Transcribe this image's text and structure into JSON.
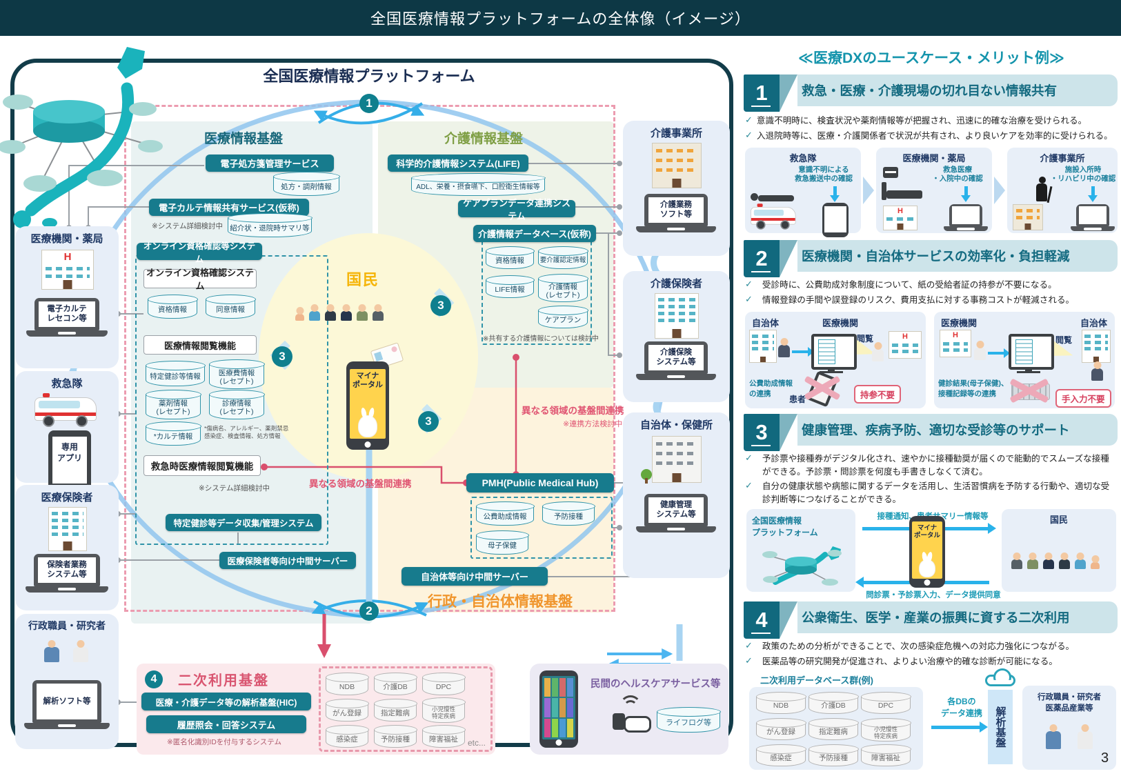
{
  "topbar": {
    "title": "全国医療情報プラットフォームの全体像（イメージ）"
  },
  "page_number": "3",
  "main": {
    "title": "全国医療情報プラットフォーム",
    "num1": "1",
    "num2": "2",
    "num3": "3",
    "kokumin": "国民",
    "myna_portal": "マイナ\nポータル",
    "hospital_h": "H",
    "med": {
      "header": "医療情報基盤",
      "eprescription": "電子処方箋管理サービス",
      "rx_db": "処方・調剤情報",
      "ehr_share": "電子カルテ情報共有サービス(仮称)",
      "detail_note": "※システム詳細検討中",
      "referral_db": "紹介状・退院時サマリ等",
      "online_qual_sys": "オンライン資格確認等システム",
      "online_qual_check": "オンライン資格確認システム",
      "qual_db": "資格情報",
      "consent_db": "同意情報",
      "view_func": "医療情報閲覧機能",
      "db_kenshin": "特定健診等情報",
      "db_iryohi": "医療費情報\n(レセプト)",
      "db_yakuzai": "薬剤情報\n(レセプト)",
      "db_shinryo": "診療情報\n(レセプト)",
      "db_karte": "*カルテ情報",
      "karte_note": "*傷病名、アレルギー、薬剤禁忌\n感染症、検査情報、処方情報",
      "emergency_view": "救急時医療情報閲覧機能",
      "detail_note2": "※システム詳細検討中",
      "kenshin_sys": "特定健診等データ収集/管理システム",
      "insurer_server": "医療保険者等向け中間サーバー"
    },
    "care": {
      "header": "介護情報基盤",
      "life_sys": "科学的介護情報システム(LIFE)",
      "adl_db": "ADL、栄養・摂食嚥下、口腔衛生情報等",
      "careplan_sys": "ケアプランデータ連携システム",
      "care_db": "介護情報データベース(仮称)",
      "db_qual": "資格情報",
      "db_nintei": "要介護認定情報",
      "db_life": "LIFE情報",
      "db_care": "介護情報\n(レセプト)",
      "db_plan": "ケアプラン",
      "share_note": "※共有する介護情報については検討中"
    },
    "gov": {
      "header": "行政・自治体情報基盤",
      "pmh": "PMH(Public Medical Hub)",
      "db_kohi": "公費助成情報",
      "db_yobo": "予防接種",
      "db_boshi": "母子保健",
      "server": "自治体等向け中間サーバー",
      "link_label": "異なる領域の基盤間連携",
      "link_note": "※連携方法検討中"
    },
    "link_left": "異なる領域の基盤間連携",
    "entities_left": [
      {
        "label": "医療機関・薬局",
        "device": "電子カルテ\nレセコン等"
      },
      {
        "label": "救急隊",
        "device": "専用\nアプリ"
      },
      {
        "label": "医療保険者",
        "device": "保険者業務\nシステム等"
      },
      {
        "label": "行政職員・研究者",
        "device": "解析ソフト等"
      }
    ],
    "entities_right": [
      {
        "label": "介護事業所",
        "device": "介護業務\nソフト等"
      },
      {
        "label": "介護保険者",
        "device": "介護保険\nシステム等"
      },
      {
        "label": "自治体・保健所",
        "device": "健康管理\nシステム等"
      }
    ],
    "secondary": {
      "num": "4",
      "title": "二次利用基盤",
      "hic": "医療・介護データ等の解析基盤(HIC)",
      "history_sys": "履歴照会・回答システム",
      "anon_note": "※匿名化識別IDを付与するシステム"
    },
    "dbs": [
      "NDB",
      "介護DB",
      "DPC",
      "がん登録",
      "指定難病",
      "小児慢性\n特定疾病",
      "感染症",
      "予防接種",
      "障害福祉"
    ],
    "dbs_etc": "etc...",
    "private": {
      "label": "民間のヘルスケアサービス等",
      "lifelog": "ライフログ等"
    }
  },
  "panel": {
    "header": "≪医療DXのユースケース・メリット例≫",
    "s1": {
      "num": "1",
      "title": "救急・医療・介護現場の切れ目ない情報共有",
      "bullets": [
        "意識不明時に、検査状況や薬剤情報等が把握され、迅速に的確な治療を受けられる。",
        "入退院時等に、医療・介護関係者で状況が共有され、より良いケアを効率的に受けられる。"
      ],
      "cards": [
        {
          "label": "救急隊",
          "desc": "意識不明による\n救急搬送中の確認"
        },
        {
          "label": "医療機関・薬局",
          "desc": "救急医療\n・入院中の確認"
        },
        {
          "label": "介護事業所",
          "desc": "施設入所時\n・リハビリ中の確認"
        }
      ]
    },
    "s2": {
      "num": "2",
      "title": "医療機関・自治体サービスの効率化・負担軽減",
      "bullets": [
        "受診時に、公費助成対象制度について、紙の受給者証の持参が不要になる。",
        "情報登録の手間や誤登録のリスク、費用支払に対する事務コストが軽減される。"
      ],
      "card_left": {
        "from": "自治体",
        "to": "医療機関",
        "view": "閲覧",
        "flow": "公費助成情報\nの連携",
        "patient": "患者",
        "badge": "持参不要"
      },
      "card_right": {
        "from": "医療機関",
        "to": "自治体",
        "view": "閲覧",
        "flow": "健診結果(母子保健)、\n接種記録等の連携",
        "badge": "手入力不要"
      }
    },
    "s3": {
      "num": "3",
      "title": "健康管理、疾病予防、適切な受診等のサポート",
      "bullets": [
        "予診票や接種券がデジタル化され、速やかに接種勧奨が届くので能動的でスムーズな接種ができる。予診票・問診票を何度も手書きしなくて済む。",
        "自分の健康状態や病態に関するデータを活用し、生活習慣病を予防する行動や、適切な受診判断等につなげることができる。"
      ],
      "platform": "全国医療情報\nプラットフォーム",
      "arrow_top": "接種通知、患者サマリー情報等",
      "arrow_bottom": "問診票・予診票入力、データ提供同意",
      "kokumin": "国民",
      "myna": "マイナ\nポータル"
    },
    "s4": {
      "num": "4",
      "title": "公衆衛生、医学・産業の振興に資する二次利用",
      "bullets": [
        "政策のための分析ができることで、次の感染症危機への対応力強化につながる。",
        "医薬品等の研究開発が促進され、よりよい治療や的確な診断が可能になる。"
      ],
      "db_label": "二次利用データベース群(例)",
      "link_label": "各DBの\nデータ連携",
      "analysis": "解析基盤",
      "users": "行政職員・研究者\n医薬品産業等"
    }
  }
}
